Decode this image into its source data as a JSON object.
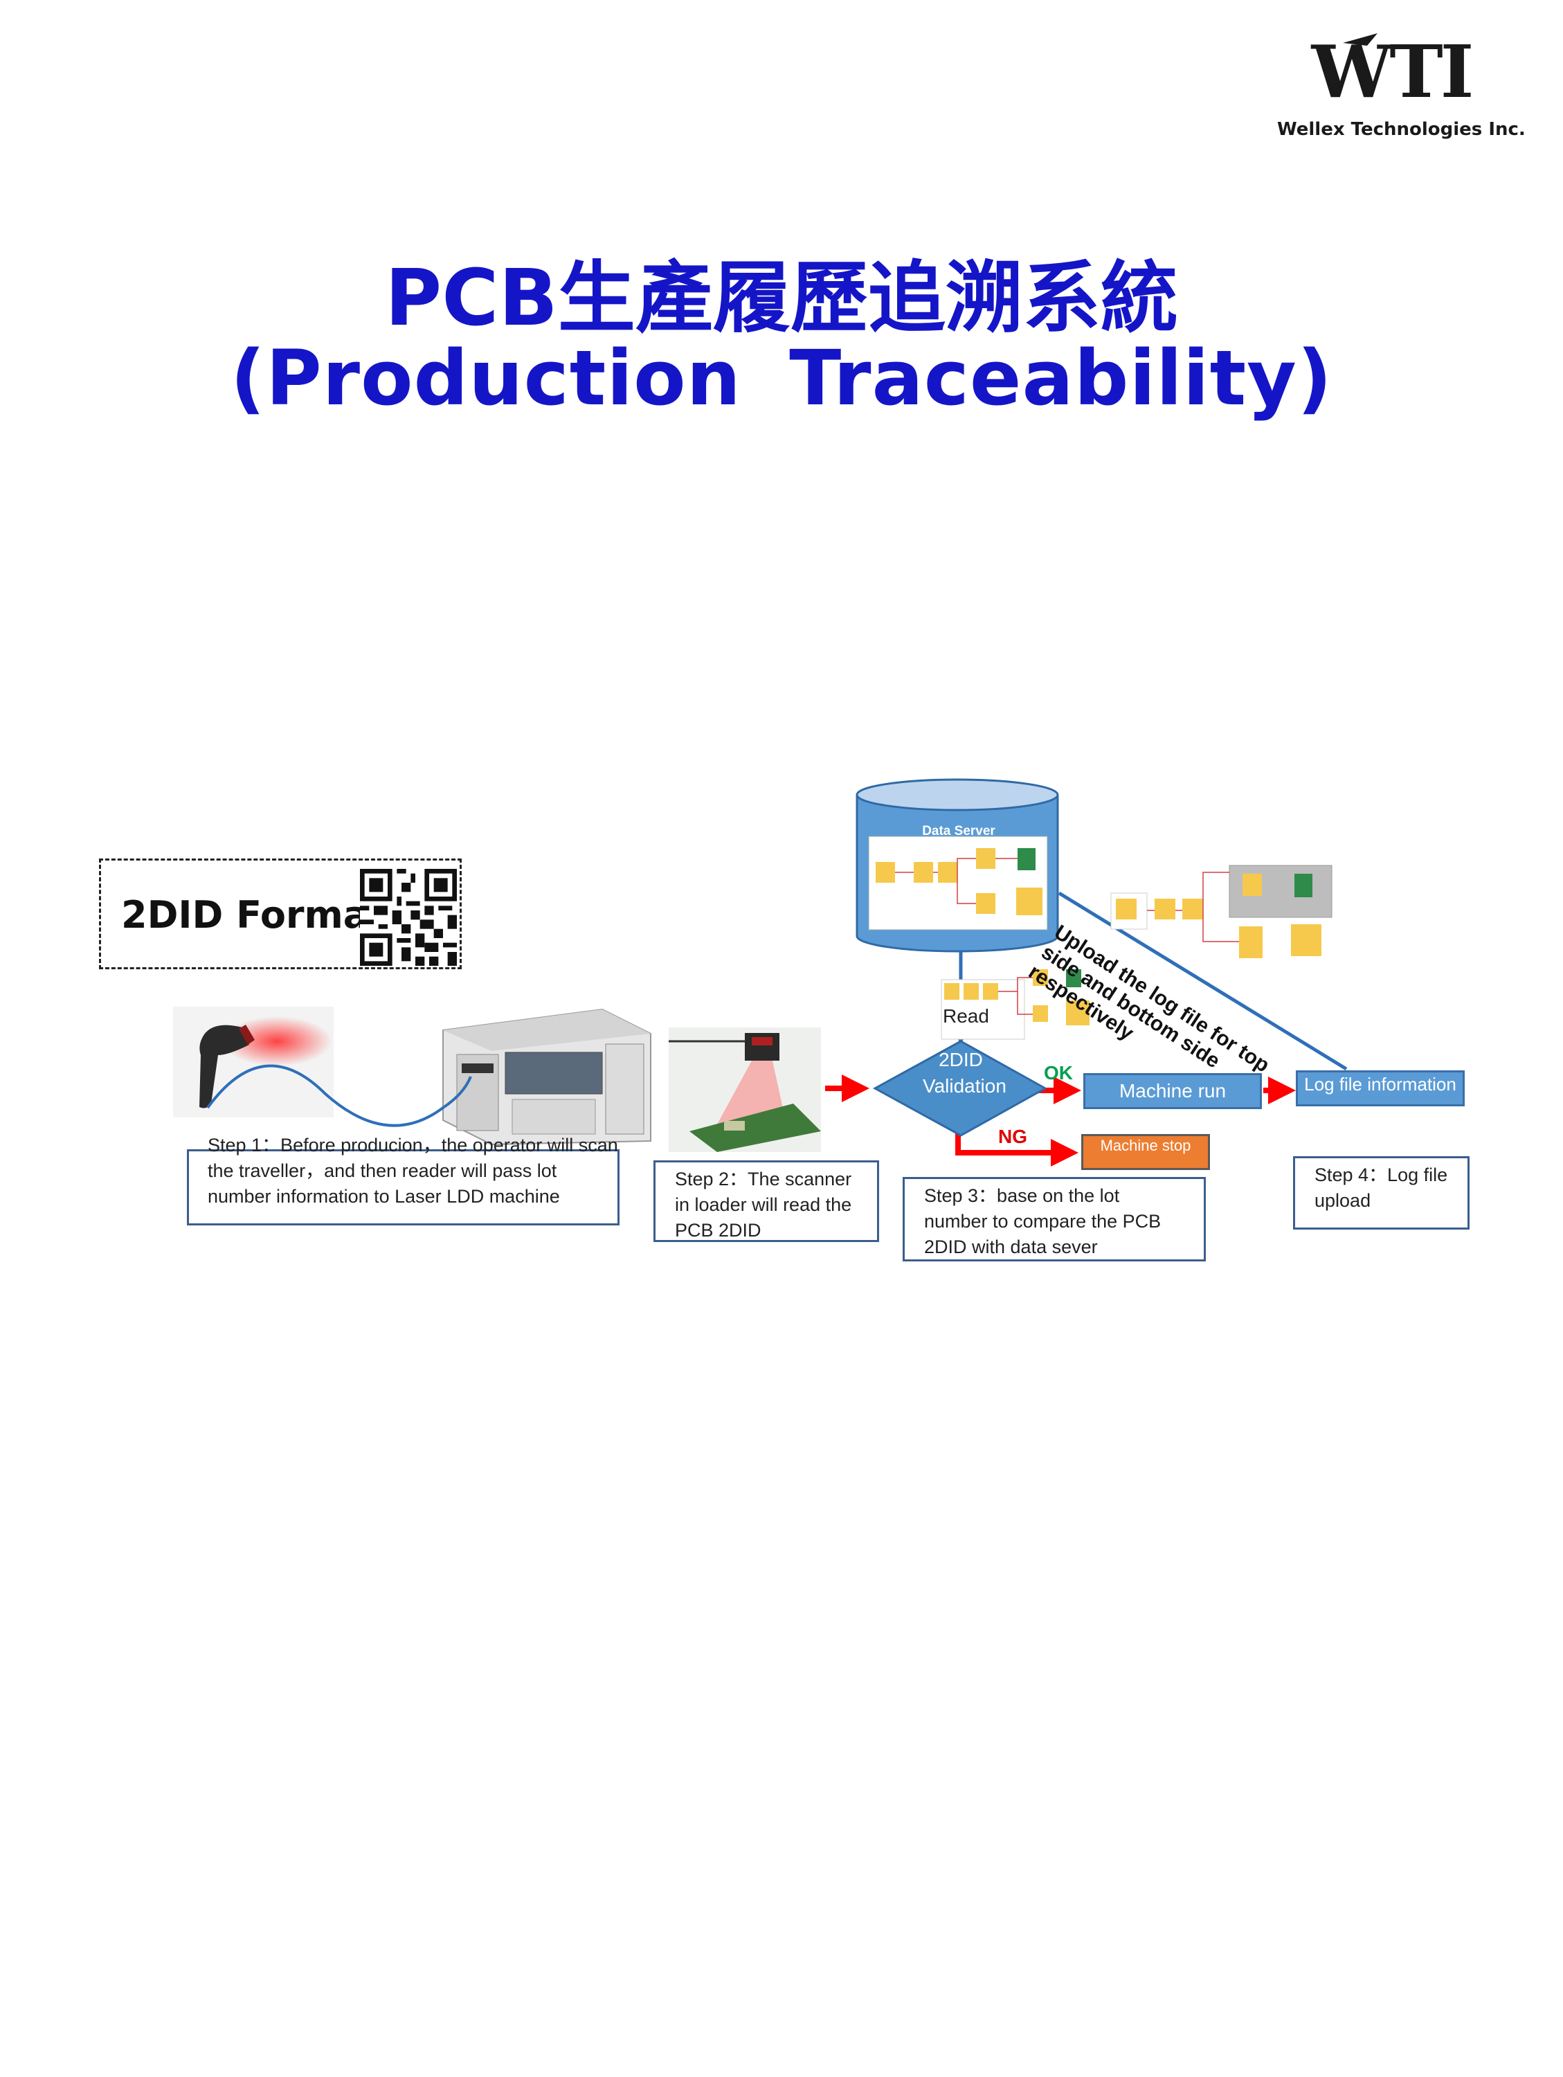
{
  "logo": {
    "mark": "WTI",
    "company": "Wellex Technologies Inc."
  },
  "title": {
    "chinese": "PCB生產履歷追溯系統",
    "english": "(Production  Traceability)"
  },
  "format": {
    "label": "2DID Format"
  },
  "server": {
    "label": "Data Server"
  },
  "flow": {
    "read_label": "Read",
    "decision_text": "2DID Validation",
    "ok_label": "OK",
    "ng_label": "NG",
    "machine_run": "Machine  run",
    "machine_stop": "Machine stop",
    "log_file": "Log file information",
    "upload_note": "Upload the log file for top side and bottom side respectively"
  },
  "steps": {
    "step1": "Step 1：Before producion，the operator will scan the traveller，and then reader will pass lot number information to Laser LDD machine",
    "step2": "Step 2：The scanner in loader will read the PCB 2DID",
    "step3": "Step 3：base on the lot number to compare the PCB 2DID with  data sever",
    "step4": "Step 4：Log file upload"
  },
  "colors": {
    "title": "#1515c8",
    "flow_box": "#5b9bd5",
    "machine_stop": "#ed7d31",
    "ok": "#00a050",
    "ng": "#e00000",
    "arrow_red": "#ff0000",
    "arrow_blue": "#2f6fb8"
  }
}
